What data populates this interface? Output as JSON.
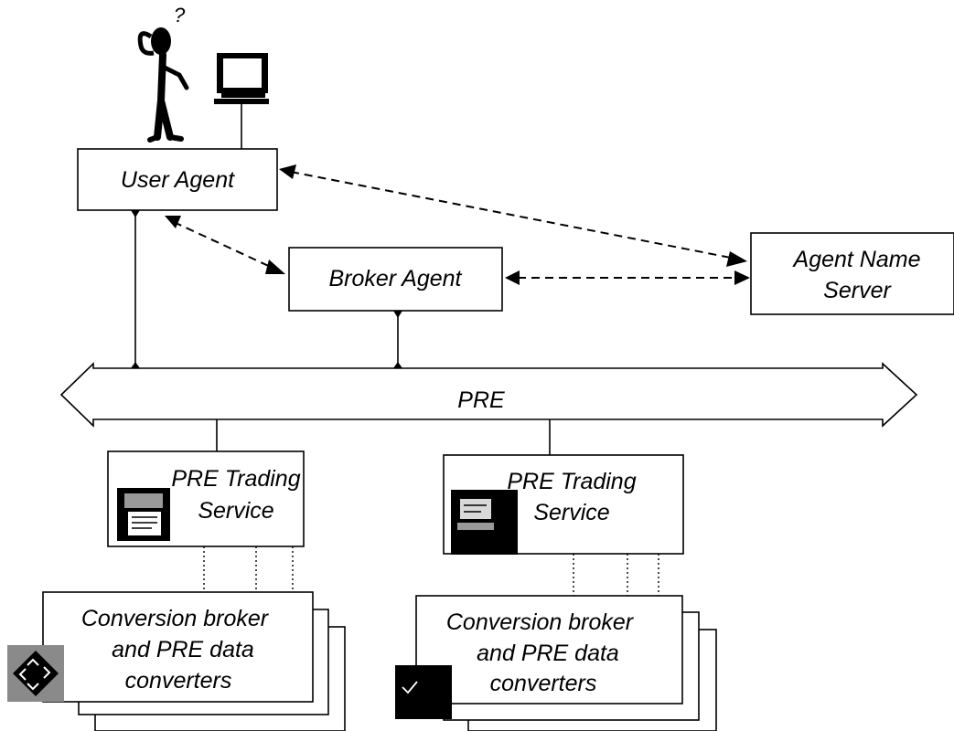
{
  "nodes": {
    "user_agent": "User Agent",
    "broker_agent": "Broker Agent",
    "agent_name_server_line1": "Agent Name",
    "agent_name_server_line2": "Server",
    "pre_bus": "PRE",
    "trading_service_left_line1": "PRE Trading",
    "trading_service_left_line2": "Service",
    "trading_service_right_line1": "PRE Trading",
    "trading_service_right_line2": "Service",
    "converter_left_line1": "Conversion broker",
    "converter_left_line2": "and PRE data",
    "converter_left_line3": "converters",
    "converter_right_line1": "Conversion broker",
    "converter_right_line2": "and PRE data",
    "converter_right_line3": "converters"
  },
  "annotations": {
    "question_mark": "?"
  },
  "icons": {
    "user": "confused-person-icon",
    "terminal": "computer-terminal-icon",
    "trading_left": "printer-document-icon",
    "trading_right": "terminal-document-icon",
    "converter_left": "arrows-conversion-icon",
    "converter_right": "checkmark-icon"
  },
  "colors": {
    "line": "#000000",
    "background": "#ffffff"
  }
}
